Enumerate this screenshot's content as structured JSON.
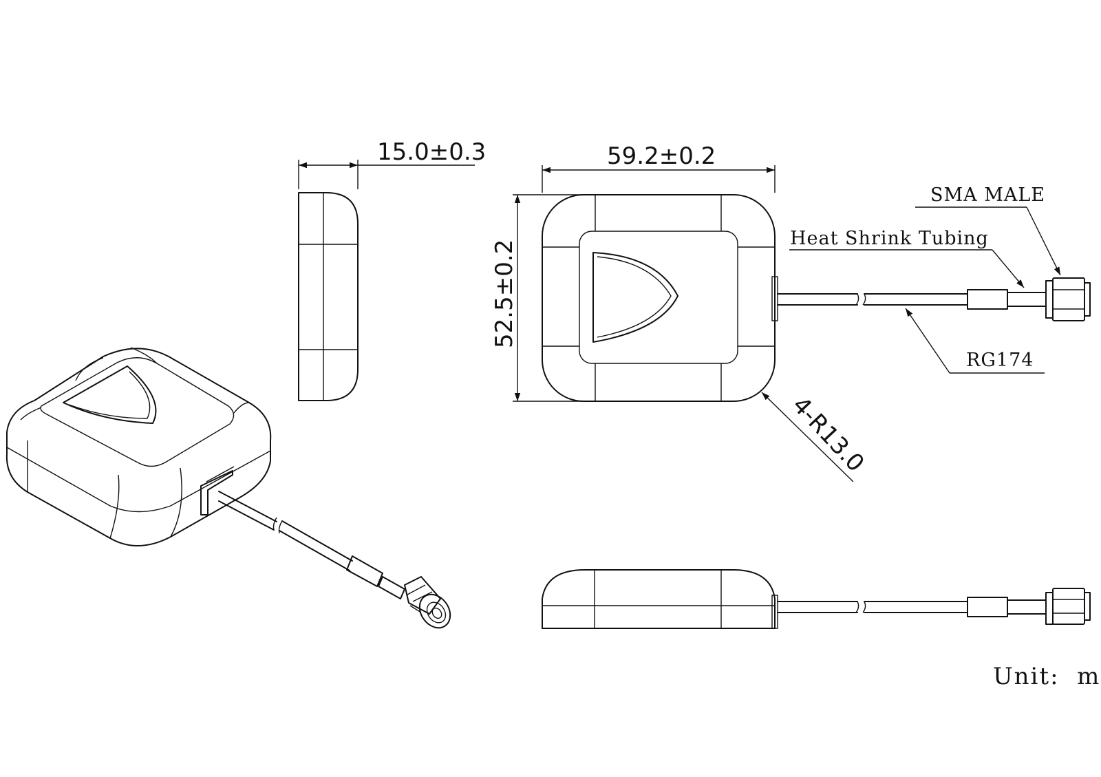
{
  "dimensions": {
    "height": "15.0±0.3",
    "width": "59.2±0.2",
    "depth": "52.5±0.2",
    "radius": "4-R13.0"
  },
  "labels": {
    "sma": "SMA MALE",
    "heat_shrink": "Heat Shrink Tubing",
    "cable": "RG174"
  },
  "unit": "Unit:  mm"
}
